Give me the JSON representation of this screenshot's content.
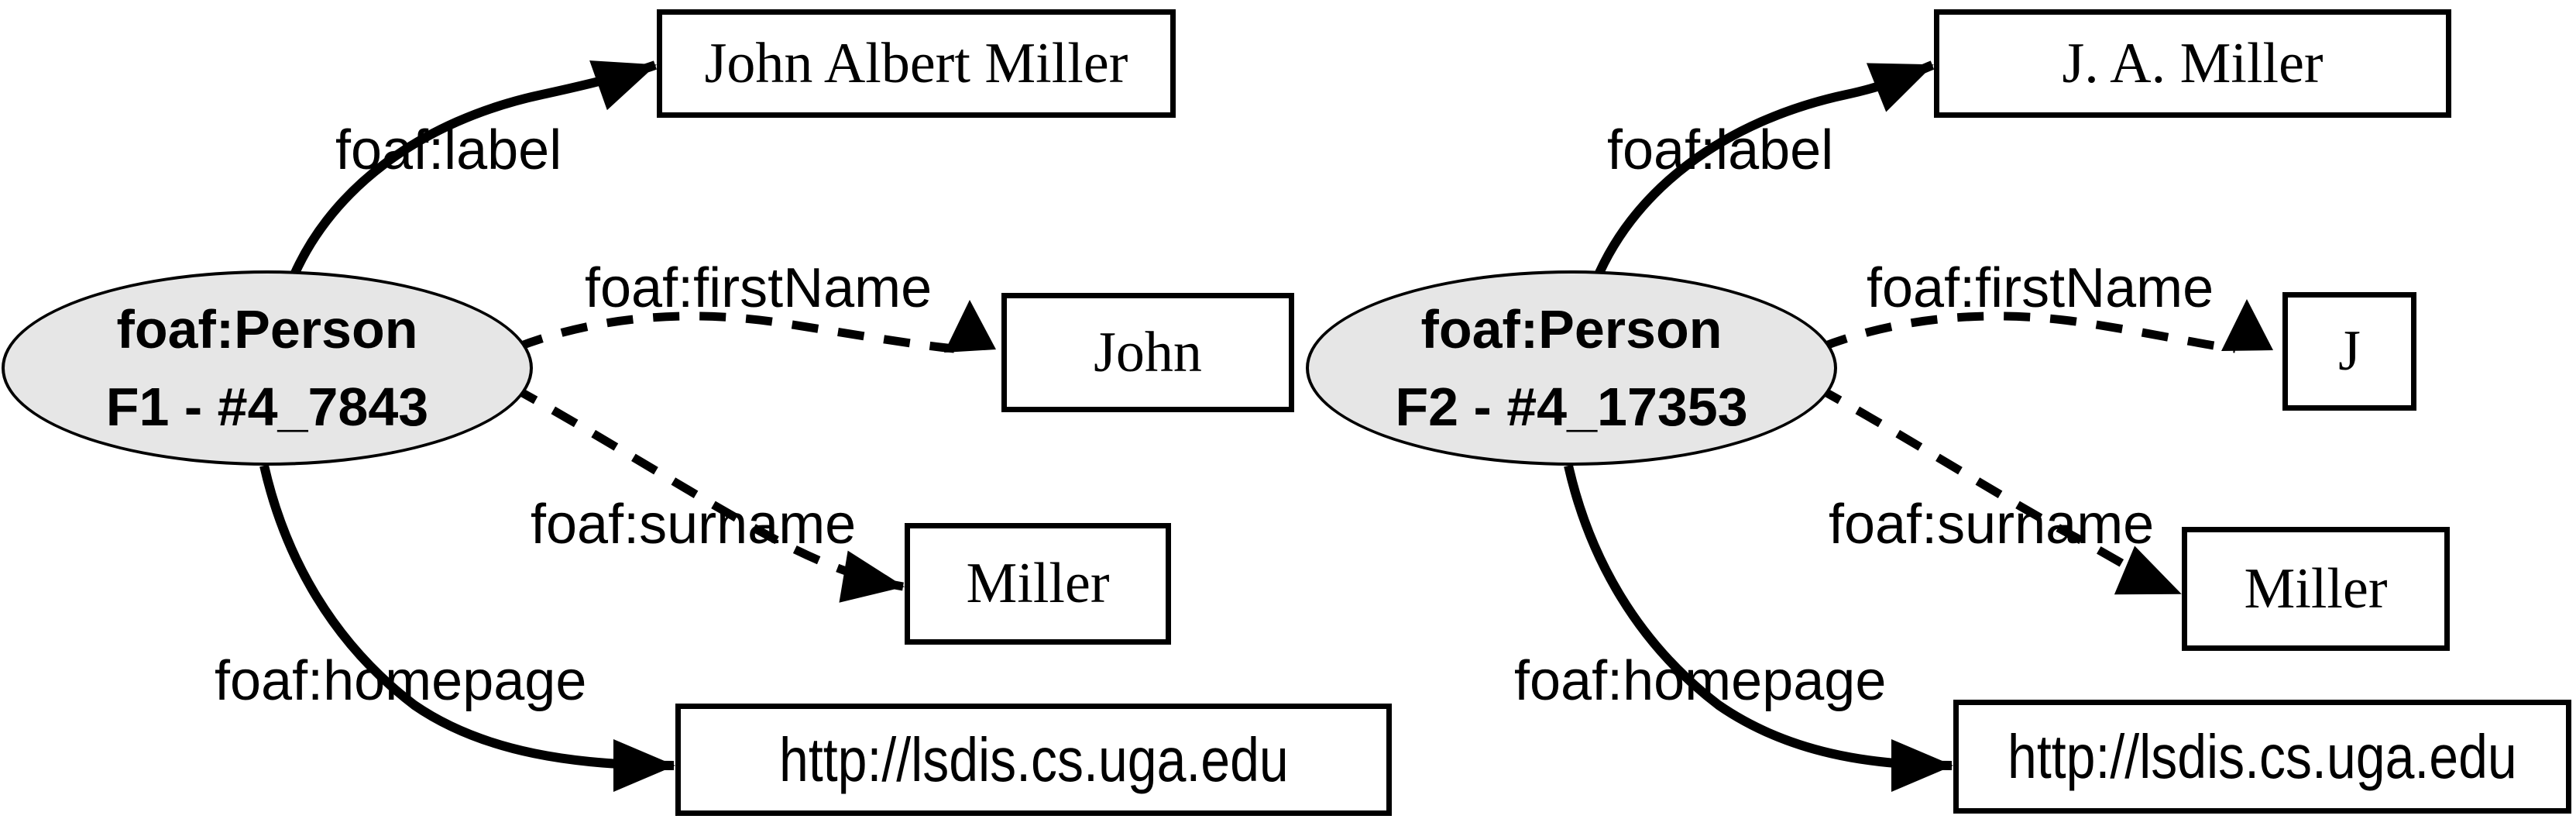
{
  "diagram": {
    "background_color": "#ffffff",
    "node_fill_color": "#e6e6e6",
    "line_color": "#000000",
    "graphs": [
      {
        "name": "F1",
        "node": {
          "type_label": "foaf:Person",
          "id_label": "F1 - #4_7843"
        },
        "edges": [
          {
            "predicate": "foaf:label",
            "object": "John Albert Miller",
            "line_style": "solid"
          },
          {
            "predicate": "foaf:firstName",
            "object": "John",
            "line_style": "dashed"
          },
          {
            "predicate": "foaf:surname",
            "object": "Miller",
            "line_style": "dashed"
          },
          {
            "predicate": "foaf:homepage",
            "object": "http://lsdis.cs.uga.edu",
            "line_style": "solid"
          }
        ]
      },
      {
        "name": "F2",
        "node": {
          "type_label": "foaf:Person",
          "id_label": "F2 - #4_17353"
        },
        "edges": [
          {
            "predicate": "foaf:label",
            "object": "J. A. Miller",
            "line_style": "solid"
          },
          {
            "predicate": "foaf:firstName",
            "object": "J",
            "line_style": "dashed"
          },
          {
            "predicate": "foaf:surname",
            "object": "Miller",
            "line_style": "dashed"
          },
          {
            "predicate": "foaf:homepage",
            "object": "http://lsdis.cs.uga.edu",
            "line_style": "solid"
          }
        ]
      }
    ]
  }
}
